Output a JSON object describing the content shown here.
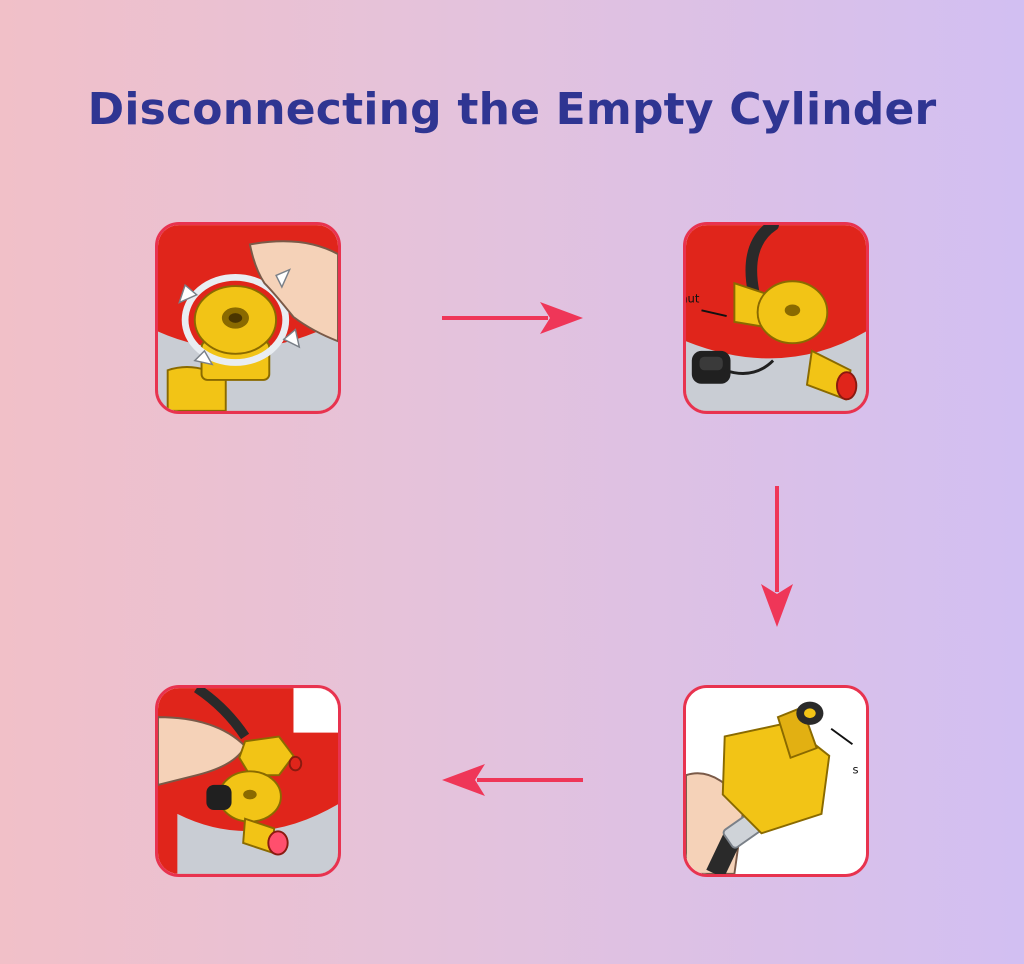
{
  "title": "Disconnecting the Empty Cylinder",
  "steps": [
    {
      "callout": ""
    },
    {
      "callout": "nut"
    },
    {
      "callout": "s"
    },
    {
      "callout": ""
    }
  ],
  "colors": {
    "title": "#2f3592",
    "accent": "#e8334f",
    "cylinder_red": "#e0251b",
    "brass": "#f2c416"
  },
  "icons": {
    "flow_right": "arrow-right-icon",
    "flow_down": "arrow-down-icon",
    "flow_left": "arrow-left-icon"
  }
}
